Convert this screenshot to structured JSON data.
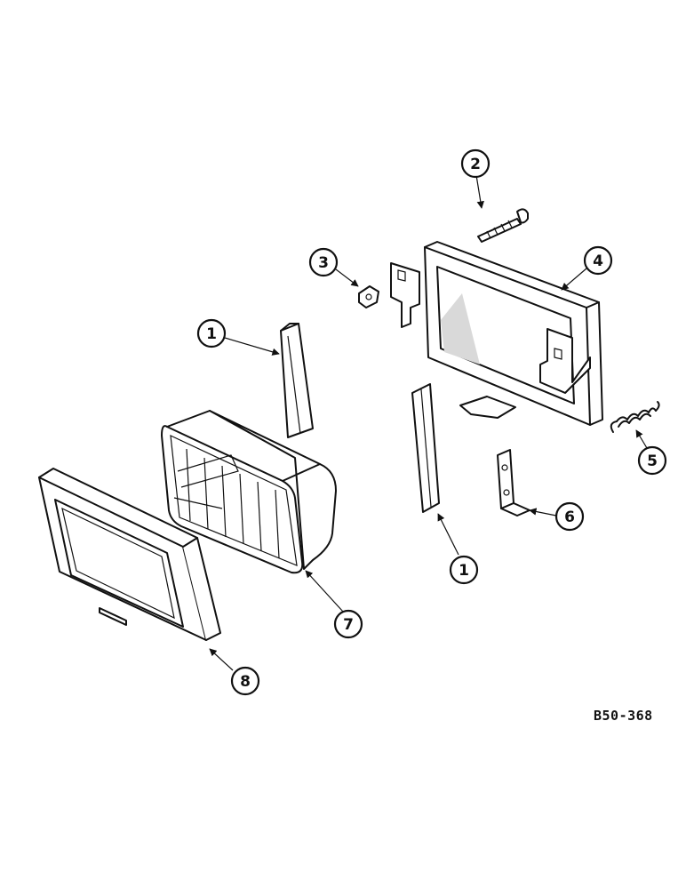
{
  "figure": {
    "reference_code": "B50-368"
  },
  "callouts": [
    {
      "key": "c1a",
      "label": "1"
    },
    {
      "key": "c1b",
      "label": "1"
    },
    {
      "key": "c2",
      "label": "2"
    },
    {
      "key": "c3",
      "label": "3"
    },
    {
      "key": "c4",
      "label": "4"
    },
    {
      "key": "c5",
      "label": "5"
    },
    {
      "key": "c6",
      "label": "6"
    },
    {
      "key": "c7",
      "label": "7"
    },
    {
      "key": "c8",
      "label": "8"
    }
  ]
}
